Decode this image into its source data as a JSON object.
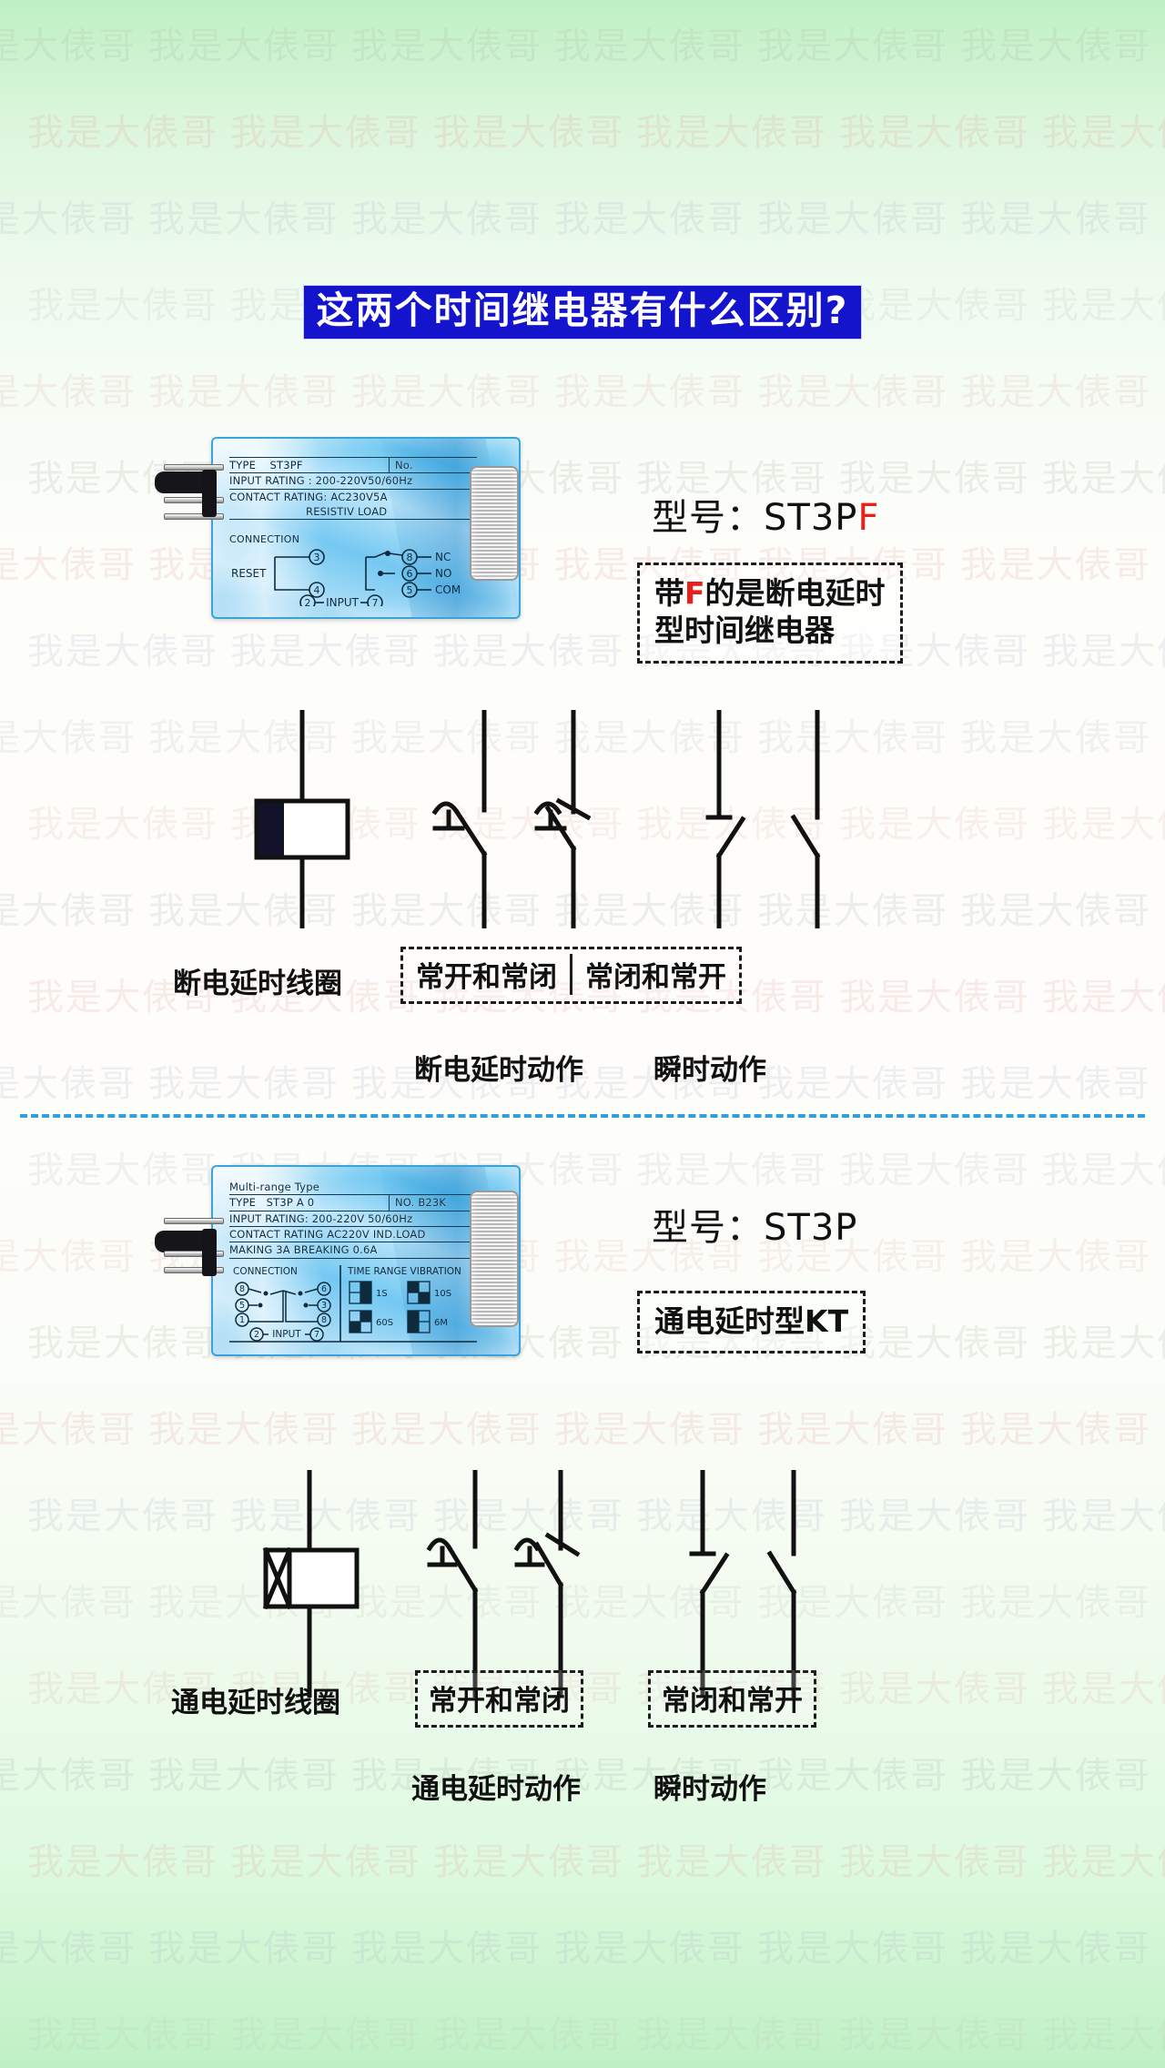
{
  "watermark": {
    "text": "我是大俵哥"
  },
  "title": {
    "text": "这两个时间继电器有什么区别?"
  },
  "colors": {
    "title_bg": "#1414cd",
    "title_fg": "#ffffff",
    "accent_red": "#e8201b",
    "divider": "#2f9fe0",
    "background_top": "#bff0c4"
  },
  "sections": [
    {
      "id": "off-delay",
      "device": {
        "plate": {
          "header_left_key": "TYPE",
          "header_left_value": "ST3PF",
          "header_right": "No.",
          "input_rating": "INPUT RATING :   200-220V50/60Hz",
          "contact_rating": "CONTACT RATING:  AC230V5A",
          "load": "RESISTIV LOAD",
          "connection_title": "CONNECTION",
          "reset": "RESET",
          "terminal_3": "3",
          "terminal_4": "4",
          "terminal_8": "8",
          "terminal_6": "6",
          "terminal_5": "5",
          "nc": "NC",
          "no": "NO",
          "com": "COM",
          "terminal_2": "2",
          "terminal_7": "7",
          "input": "INPUT"
        }
      },
      "model_prefix": "型号：",
      "model_plain": "ST3P",
      "model_highlight": "F",
      "note_pre": "带",
      "note_highlight": "F",
      "note_post": "的是断电延时",
      "note_line2": "型时间继电器",
      "coil_label": "断电延时线圈",
      "contact_box_left": "常开和常闭",
      "contact_box_right": "常闭和常开",
      "action_delayed": "断电延时动作",
      "action_instant": "瞬时动作"
    },
    {
      "id": "on-delay",
      "device": {
        "plate": {
          "top_title": "Multi-range Type",
          "header_left_key": "TYPE",
          "header_left_value": "ST3P A 0",
          "header_right_key": "NO.",
          "header_right_value": "B23K",
          "input_rating": "INPUT RATING: 200-220V   50/60Hz",
          "contact_rating": "CONTACT RATING AC220V IND.LOAD",
          "making_breaking": "MAKING 3A   BREAKING 0.6A",
          "connection_title": "CONNECTION",
          "time_range_title": "TIME RANGE VIBRATION",
          "terminal_8": "8",
          "terminal_5": "5",
          "terminal_6": "6",
          "terminal_1": "1",
          "terminal_3": "3",
          "terminal_2": "2",
          "terminal_7": "7",
          "input": "INPUT",
          "ranges": [
            {
              "dial": "2/4",
              "label": "1S"
            },
            {
              "dial": "1/4",
              "label": "10S"
            },
            {
              "dial": "2/3",
              "label": "60S"
            },
            {
              "dial": "1/3",
              "label": "6M"
            }
          ]
        }
      },
      "model_prefix": "型号：",
      "model_plain": "ST3P",
      "model_highlight": "",
      "note_line1": "通电延时型KT",
      "coil_label": "通电延时线圈",
      "contact_box_left": "常开和常闭",
      "contact_box_right": "常闭和常开",
      "action_delayed": "通电延时动作",
      "action_instant": "瞬时动作"
    }
  ]
}
